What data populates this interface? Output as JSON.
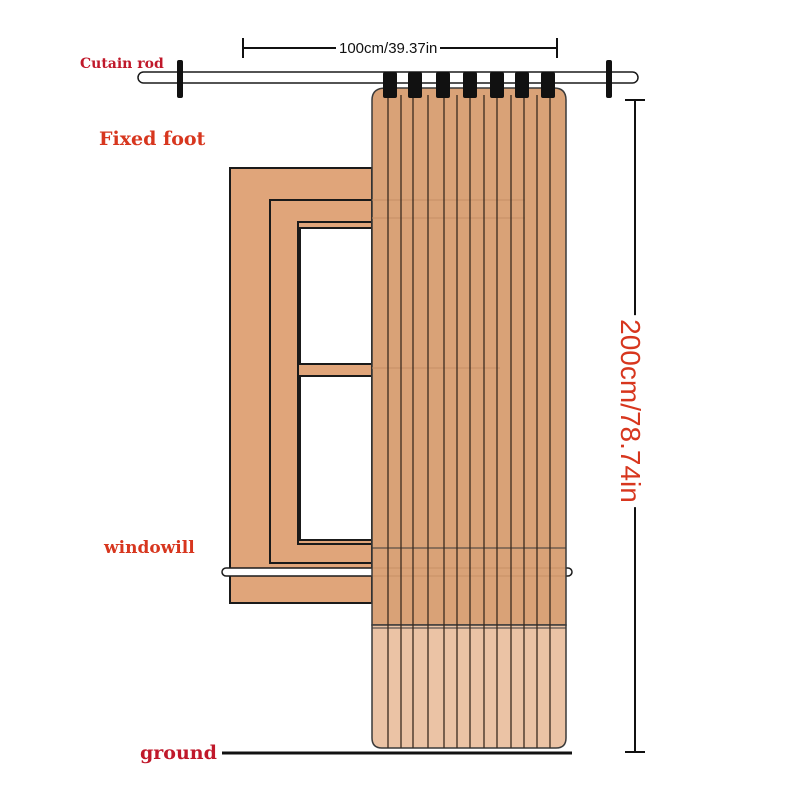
{
  "labels": {
    "rod": "Cutain rod",
    "fixed_foot": "Fixed foot",
    "windowsill": "windowill",
    "ground": "ground",
    "width": "100cm/39.37in",
    "height": "200cm/78.74in"
  },
  "colors": {
    "label_red": "#d7361e",
    "rod_label_red": "#c0182a",
    "curtain": "#d79d70",
    "curtain_lower": "#ebc3a5",
    "window_frame": "#e0a57a",
    "outline": "#1a1a1a"
  }
}
